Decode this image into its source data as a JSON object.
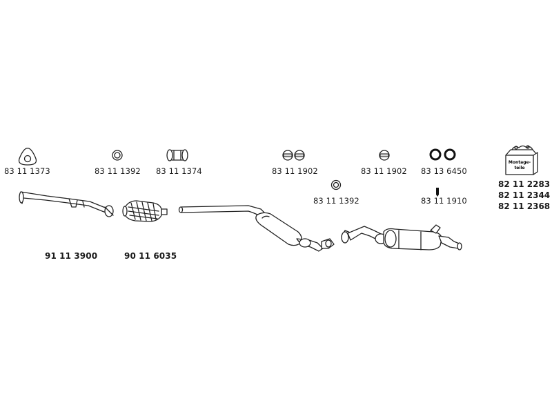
{
  "labels": {
    "gasket_front": "83 11 1373",
    "ring_front": "83 11 1392",
    "clamp": "83 11 1374",
    "rubber_mount_pair_mid": "83 11 1902",
    "ring_mid": "83 11 1392",
    "rubber_mount_rear": "83 11 1902",
    "rubber_ring_pair": "83 13 6450",
    "bolt": "83 11 1910",
    "front_pipe": "91 11 3900",
    "catalytic_converter": "90 11 6035"
  },
  "kit": {
    "box_text_line1": "Montage-",
    "box_text_line2": "teile",
    "codes": [
      "82 11 2283",
      "82 11 2344",
      "82 11 2368"
    ]
  }
}
